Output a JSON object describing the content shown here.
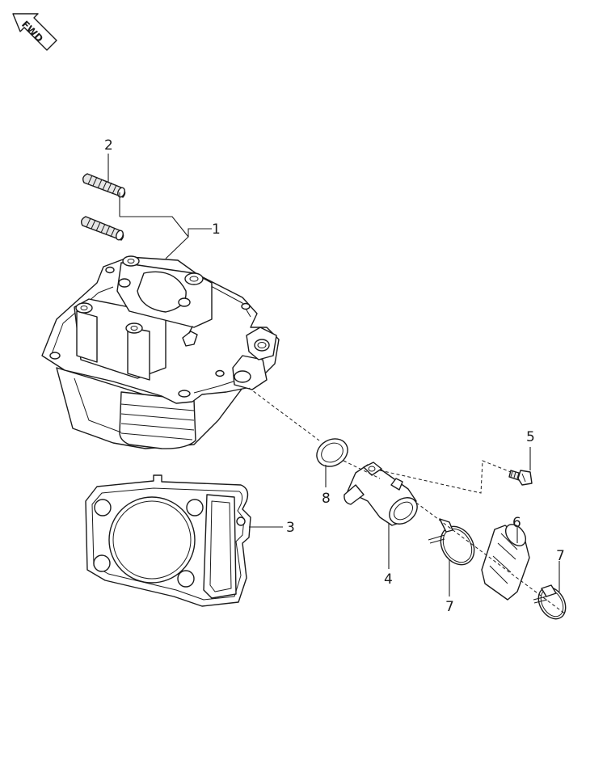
{
  "fwd_arrow": {
    "label": "FWD",
    "icon": "fwd-arrow-icon"
  },
  "callouts": [
    {
      "id": "stud-bolt-top",
      "label": "2"
    },
    {
      "id": "head-assembly",
      "label": "1"
    },
    {
      "id": "cylinder-gasket",
      "label": "3"
    },
    {
      "id": "intake-pipe",
      "label": "4"
    },
    {
      "id": "flange-bolt",
      "label": "5"
    },
    {
      "id": "insulator",
      "label": "6"
    },
    {
      "id": "clamp-left",
      "label": "7"
    },
    {
      "id": "clamp-right",
      "label": "7"
    },
    {
      "id": "o-ring",
      "label": "8"
    }
  ]
}
